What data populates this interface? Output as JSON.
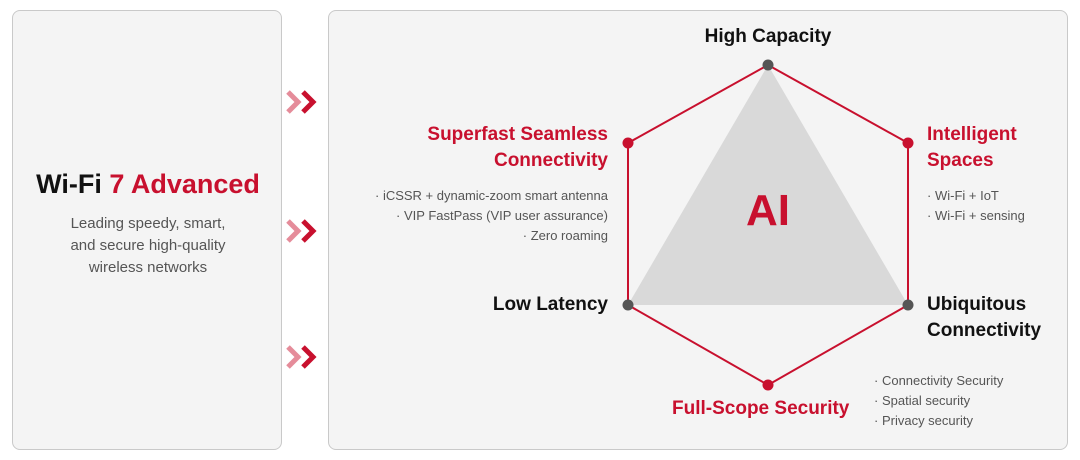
{
  "left_panel": {
    "title_prefix": "Wi-Fi ",
    "title_accent": "7 Advanced",
    "description": [
      "Leading speedy, smart,",
      "and secure high-quality",
      "wireless networks"
    ]
  },
  "diagram": {
    "center_label": "AI",
    "nodes": {
      "top": {
        "label": "High Capacity"
      },
      "top_left": {
        "label_lines": [
          "Superfast Seamless",
          "Connectivity"
        ],
        "bullets": [
          "iCSSR + dynamic-zoom smart antenna",
          "VIP FastPass (VIP user assurance)",
          "Zero roaming"
        ]
      },
      "top_right": {
        "label_lines": [
          "Intelligent",
          "Spaces"
        ],
        "bullets": [
          "Wi-Fi + IoT",
          "Wi-Fi + sensing"
        ]
      },
      "bottom_left": {
        "label": "Low Latency"
      },
      "bottom_right": {
        "label_lines": [
          "Ubiquitous",
          "Connectivity"
        ]
      },
      "bottom": {
        "label": "Full-Scope Security",
        "bullets": [
          "Connectivity Security",
          "Spatial security",
          "Privacy security"
        ]
      }
    }
  },
  "colors": {
    "accent": "#c8102e",
    "triangle_fill": "#d9d9d9",
    "node_gray": "#555555",
    "panel_bg": "#f4f4f4",
    "panel_border": "#c9c9c9"
  }
}
